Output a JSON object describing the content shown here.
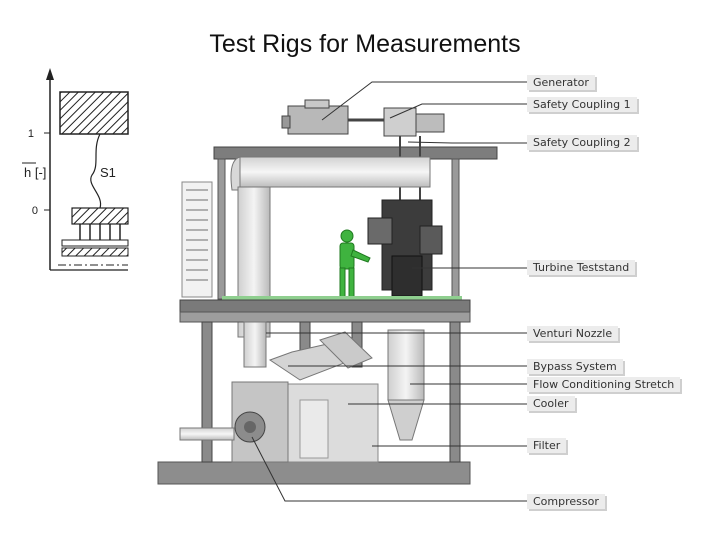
{
  "slide": {
    "title": "Test Rigs for Measurements"
  },
  "inset": {
    "y_axis_label": "h [-]",
    "tick_top": "1",
    "tick_bottom": "0",
    "curve_label": "S1"
  },
  "callouts": [
    "Generator",
    "Safety Coupling 1",
    "Safety Coupling 2",
    "Turbine Teststand",
    "Venturi Nozzle",
    "Bypass System",
    "Flow Conditioning Stretch",
    "Cooler",
    "Filter",
    "Compressor"
  ],
  "colors": {
    "figure_color": "#2fb52f",
    "platform_green": "#8fcf8f",
    "steel": "#6f6f6f"
  }
}
